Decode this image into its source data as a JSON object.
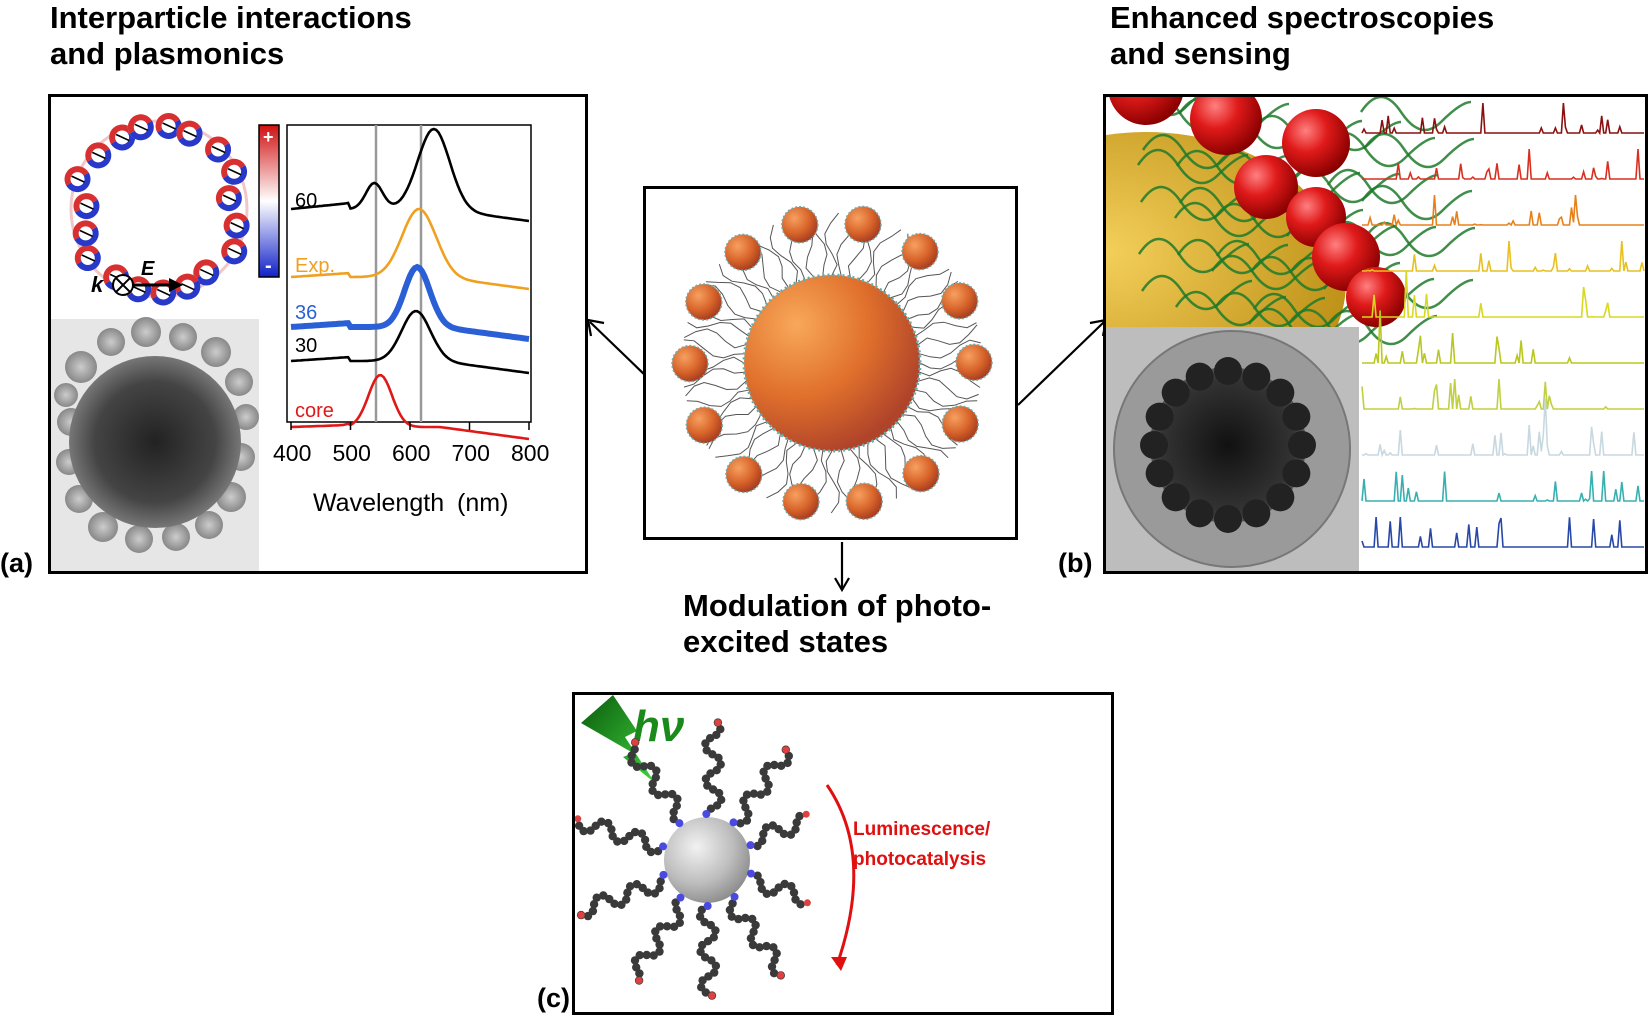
{
  "headings": {
    "a_line1": "Interparticle interactions",
    "a_line2": "and plasmonics",
    "b_line1": "Enhanced spectroscopies",
    "b_line2": "and sensing",
    "c_line1": "Modulation of photo-",
    "c_line2": "excited states"
  },
  "panel_labels": {
    "a": "(a)",
    "b": "(b)",
    "c": "(c)"
  },
  "field_map": {
    "k_label": "k",
    "e_label": "E",
    "colorbar_plus": "+",
    "colorbar_minus": "-"
  },
  "spectra": {
    "curve_labels": [
      "60",
      "Exp.",
      "36",
      "30",
      "core"
    ],
    "curve_colors": [
      "#000000",
      "#f0a020",
      "#2a5fd6",
      "#000000",
      "#e01818"
    ],
    "x_ticks": [
      "400",
      "500",
      "600",
      "700",
      "800"
    ],
    "x_label": "Wavelength",
    "x_unit": "(nm)"
  },
  "panel_c": {
    "hv_label": "hν",
    "emission_line1": "Luminescence/",
    "emission_line2": "photocatalysis"
  }
}
